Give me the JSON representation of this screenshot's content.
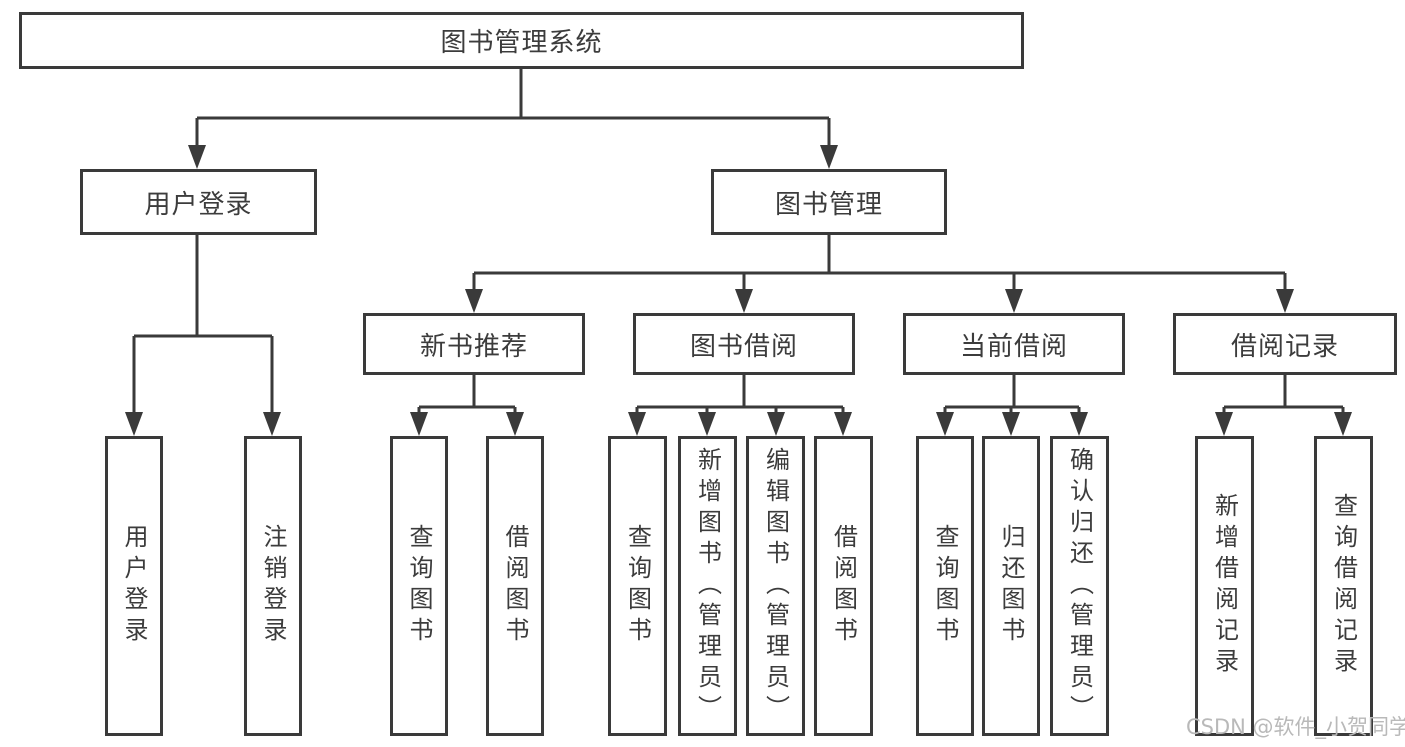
{
  "root": {
    "label": "图书管理系统",
    "children": [
      {
        "label": "用户登录",
        "children": [
          {
            "label": "用户登录"
          },
          {
            "label": "注销登录"
          }
        ]
      },
      {
        "label": "图书管理",
        "children": [
          {
            "label": "新书推荐",
            "children": [
              {
                "label": "查询图书"
              },
              {
                "label": "借阅图书"
              }
            ]
          },
          {
            "label": "图书借阅",
            "children": [
              {
                "label": "查询图书"
              },
              {
                "label": "新增图书（管理员）"
              },
              {
                "label": "编辑图书（管理员）"
              },
              {
                "label": "借阅图书"
              }
            ]
          },
          {
            "label": "当前借阅",
            "children": [
              {
                "label": "查询图书"
              },
              {
                "label": "归还图书"
              },
              {
                "label": "确认归还（管理员）"
              }
            ]
          },
          {
            "label": "借阅记录",
            "children": [
              {
                "label": "新增借阅记录"
              },
              {
                "label": "查询借阅记录"
              }
            ]
          }
        ]
      }
    ]
  },
  "watermark": "CSDN @软件_小贺同学",
  "colors": {
    "line": "#3a3a3a",
    "text": "#3c3c3c",
    "watermark": "#b9b9b9"
  }
}
